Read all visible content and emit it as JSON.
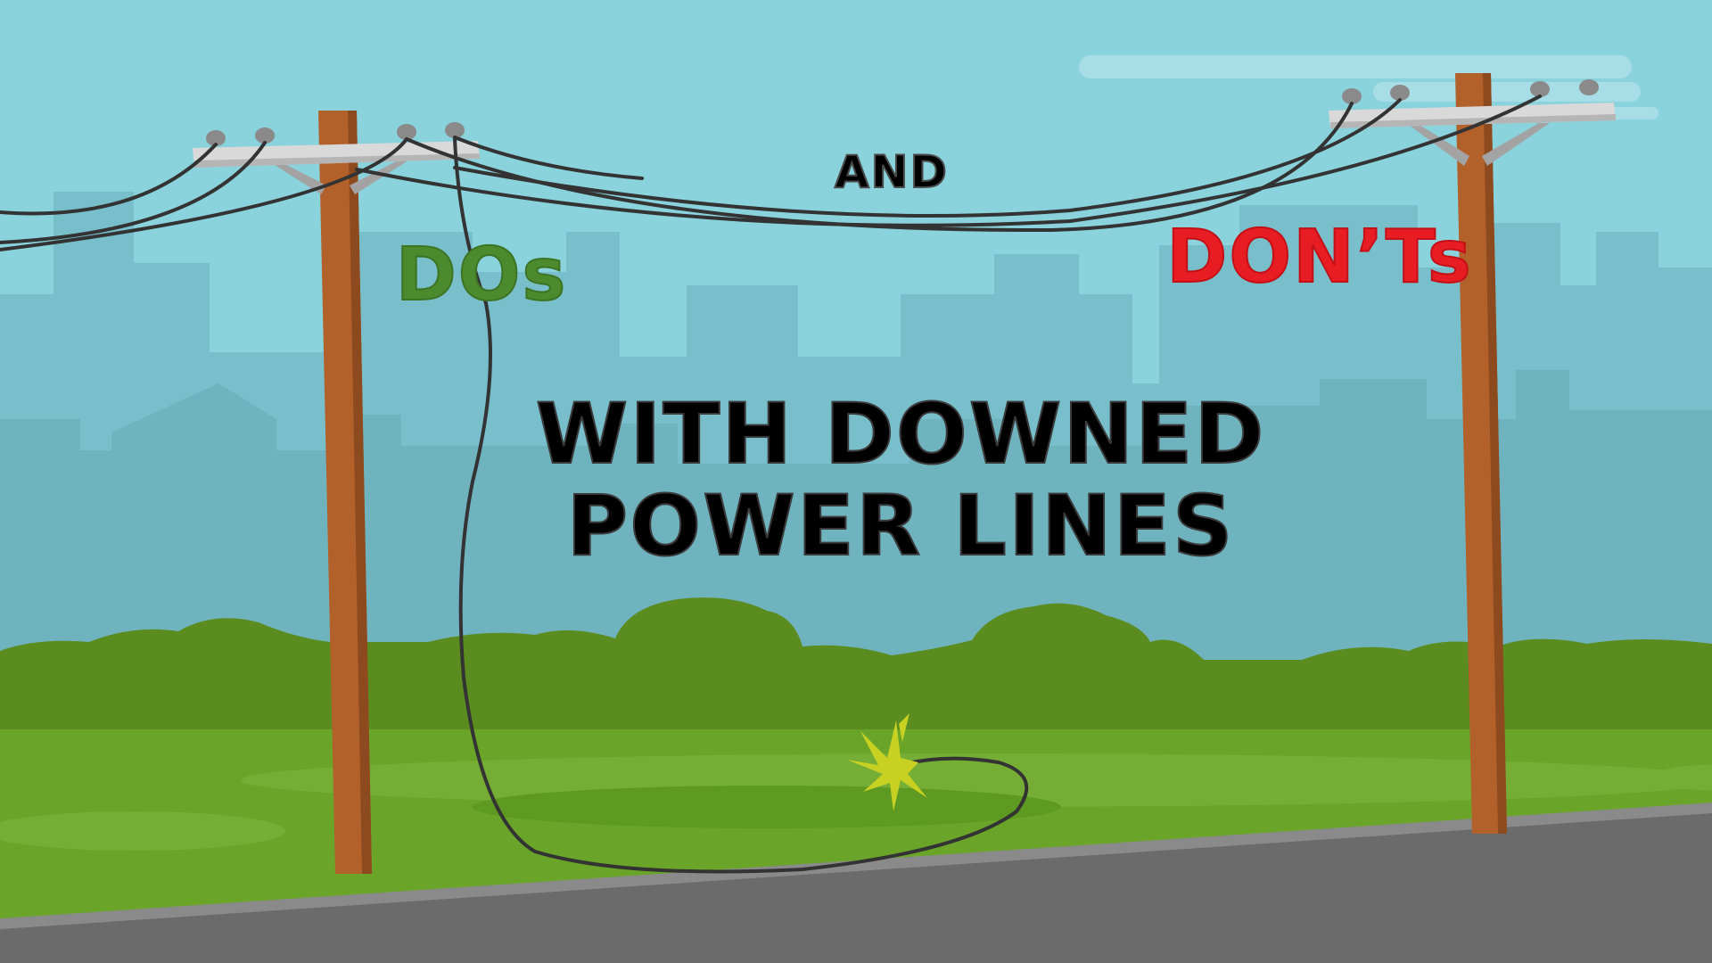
{
  "title_words": {
    "and": "AND",
    "dos": "DOs",
    "donts": "DON’Ts"
  },
  "headline": {
    "line1": "WITH DOWNED",
    "line2": "POWER LINES"
  },
  "colors": {
    "sky": "#8ad2dc",
    "dos_green": "#4c8a2e",
    "donts_red": "#e81d24",
    "headline_black": "#000000",
    "pole_wood": "#b3612b",
    "grass": "#6aa52a",
    "bushes": "#5b8c1f",
    "road": "#6b6b6b",
    "wire": "#333333",
    "spark": "#c8d122"
  },
  "icons": [
    "utility-pole-icon",
    "utility-pole-icon",
    "power-line-wire",
    "spark-icon"
  ]
}
